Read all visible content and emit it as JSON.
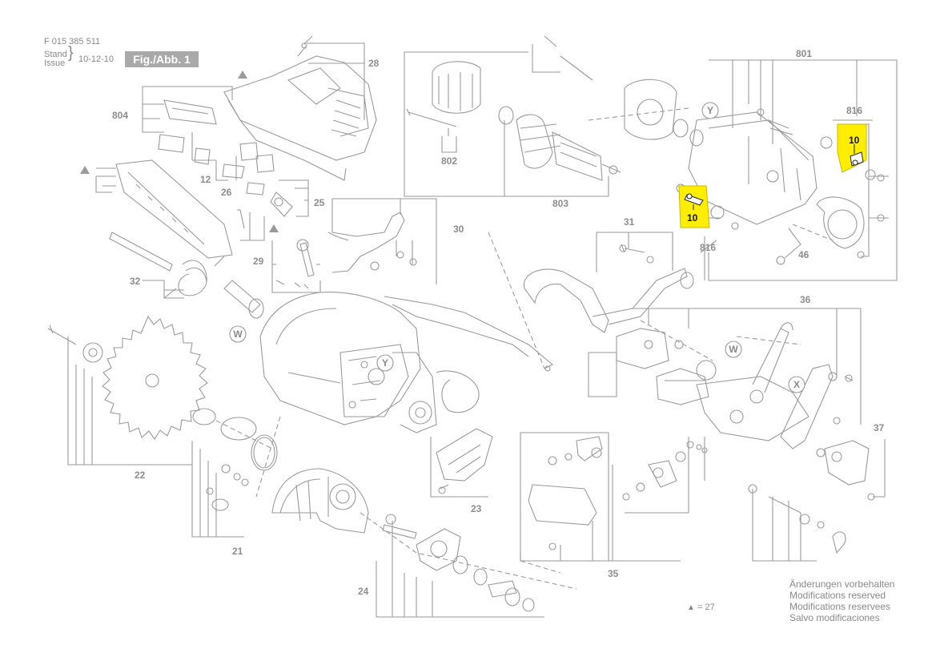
{
  "header": {
    "part_number": "F 015 385 511",
    "stand_label": "Stand",
    "issue_label": "Issue",
    "date": "10-12-10",
    "fig_label": "Fig./Abb. 1"
  },
  "callouts": {
    "c28": "28",
    "c801": "801",
    "c804": "804",
    "c816_top": "816",
    "c10_top": "10",
    "c10_mid": "10",
    "c816_bot": "816",
    "c802": "802",
    "c803": "803",
    "c12": "12",
    "c26": "26",
    "c25": "25",
    "c30": "30",
    "c31": "31",
    "c46": "46",
    "c29": "29",
    "c32": "32",
    "c36": "36",
    "c22": "22",
    "c37": "37",
    "c23": "23",
    "c21": "21",
    "c35": "35",
    "c24": "24"
  },
  "markers": {
    "y1": "Y",
    "y2": "Y",
    "w1": "W",
    "w2": "W",
    "x1": "X"
  },
  "notes": {
    "line1": "Änderungen vorbehalten",
    "line2": "Modifications reserved",
    "line3": "Modifications reservees",
    "line4": "Salvo modificaciones"
  },
  "triangle_note": "= 27",
  "colors": {
    "line": "#9a9a9a",
    "highlight": "#ffee00",
    "text": "#8a8a8a"
  }
}
